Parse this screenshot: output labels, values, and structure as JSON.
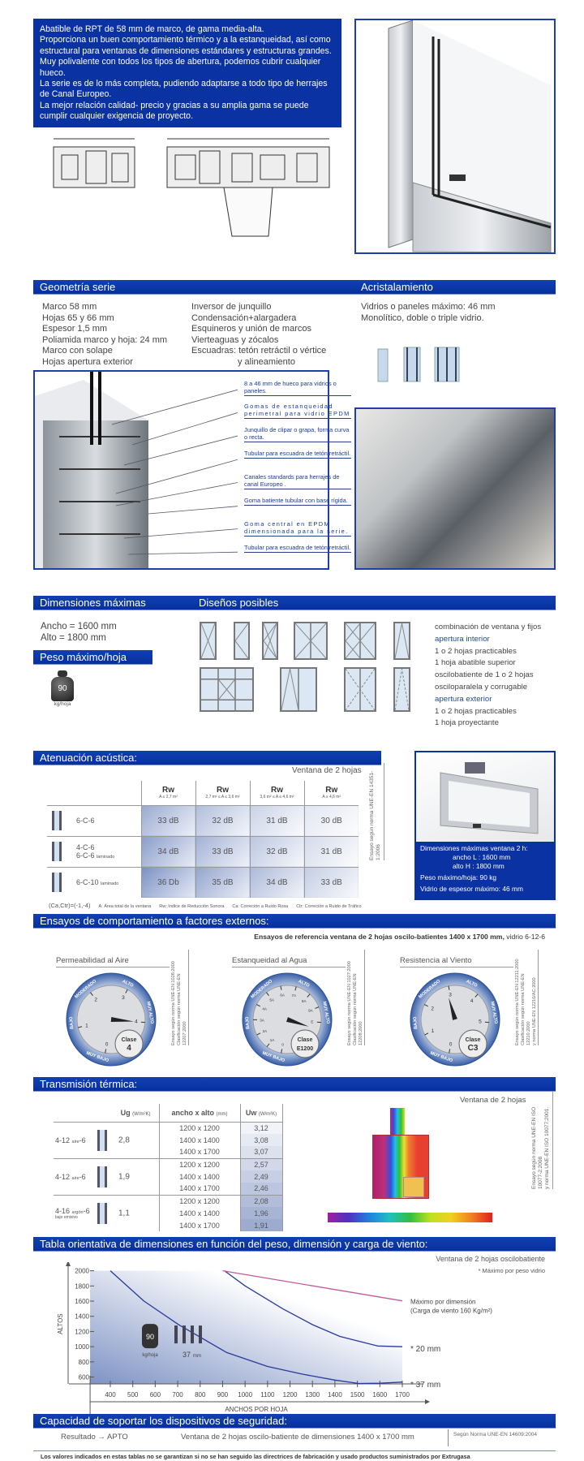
{
  "intro": {
    "lines": [
      "Abatible de RPT de 58 mm de marco, de gama media-alta.",
      "Proporciona un buen comportamiento térmico y a la estanqueidad, así como estructural para ventanas de dimensiones estándares y estructuras grandes.",
      "Muy polivalente con todos los tipos de abertura, podemos cubrir cualquier hueco.",
      "La serie es de lo más completa, pudiendo adaptarse a todo tipo de herrajes de Canal Europeo.",
      "La mejor relación calidad- precio y gracias a su amplia gama se puede cumplir cualquier exigencia de proyecto."
    ]
  },
  "geometria": {
    "title": "Geometría serie",
    "col1": [
      "Marco  58 mm",
      "Hojas  65 y 66  mm",
      "Espesor  1,5 mm",
      "Poliamida marco y hoja:  24 mm",
      "Marco con solape",
      "Hojas apertura exterior"
    ],
    "col2": [
      "Inversor de junquillo",
      "Condensación+alargadera",
      "Esquineros y unión de marcos",
      "Vierteaguas y zócalos",
      "Escuadras: tetón retráctil o vértice",
      "y alineamiento"
    ]
  },
  "acristalamiento": {
    "title": "Acristalamiento",
    "lines": [
      "Vidrios o paneles máximo:  46 mm",
      "Monolítico, doble o triple vidrio."
    ]
  },
  "callouts": [
    "8 a 46 mm de hueco para vidrios o paneles.",
    "Gomas de estanqueidad perimetral para vidrio EPDM",
    "Junquillo de clipar o grapa, forma curva o recta.",
    "Tubular para escuadra de tetón retráctil.",
    "Canales standards para herrajes de canal Europeo .",
    "Goma batiente tubular con base rígida.",
    "Goma central en EPDM dimensionada para la serie.",
    "Tubular para escuadra de tetón retráctil."
  ],
  "dimensiones": {
    "title": "Dimensiones máximas",
    "ancho": "Ancho =  1600 mm",
    "alto": "Alto =  1800 mm"
  },
  "peso": {
    "title": "Peso máximo/hoja",
    "value": "90",
    "unit": "kg/hoja"
  },
  "disenos": {
    "title": "Diseños posibles",
    "text": [
      {
        "t": "combinación  de ventana   y fijos",
        "accent": false
      },
      {
        "t": "apertura interior",
        "accent": true
      },
      {
        "t": "1 o 2 hojas practicables",
        "accent": false
      },
      {
        "t": "1 hoja abatible superior",
        "accent": false
      },
      {
        "t": "oscilobatiente de 1 o 2 hojas",
        "accent": false
      },
      {
        "t": "osciloparalela y corrugable",
        "accent": false
      },
      {
        "t": "apertura exterior",
        "accent": true
      },
      {
        "t": "1 o 2 hojas practicables",
        "accent": false
      },
      {
        "t": "1 hoja proyectante",
        "accent": false
      }
    ]
  },
  "acustica": {
    "title": "Atenuación acústica:",
    "subtitle": "Ventana de 2 hojas",
    "norma": "Ensayo según norma UNE-EN 14351-1:2006",
    "columns": [
      {
        "h": "Rw",
        "sub": "A ≤ 2,7 m²"
      },
      {
        "h": "Rw",
        "sub": "2,7 m² ≤ A ≤ 3,6 m²"
      },
      {
        "h": "Rw",
        "sub": "3,6 m² ≤ A ≤ 4,6 m²"
      },
      {
        "h": "Rw",
        "sub": "A ≥ 4,6 m²"
      }
    ],
    "rows": [
      {
        "label": "6-C-6",
        "label2": "",
        "small": "",
        "values": [
          "33 dB",
          "32 dB",
          "31 dB",
          "30 dB"
        ]
      },
      {
        "label": "4-C-6",
        "label2": "6-C-6",
        "small": "laminado",
        "values": [
          "34 dB",
          "33 dB",
          "32 dB",
          "31 dB"
        ]
      },
      {
        "label": "6-C-10",
        "label2": "",
        "small": "laminado",
        "values": [
          "36 Db",
          "35 dB",
          "34 dB",
          "33 dB"
        ]
      }
    ],
    "legend": [
      "(Ca,Ctr)=(-1,-4)",
      "A: Área total de la ventana",
      "Rw: Indice de Reducción Sonora",
      "Ca: Correción a Ruido Rosa",
      "Ctr: Correción a Ruido de Tráfico"
    ]
  },
  "info_box": {
    "title": "Dimensiones máximas ventana 2 h:",
    "ancho": "ancho L : 1600 mm",
    "alto": "alto H : 1800 mm",
    "peso": "Peso máximo/hoja:  90 kg",
    "vidrio": "Vidrio de espesor máximo:  46 mm"
  },
  "ensayos": {
    "title": "Ensayos de comportamiento a factores externos:",
    "subtitle_bold": "Ensayos de referencia ventana  de 2 hojas oscilo-batientes 1400 x 1700 mm,",
    "subtitle_rest": " vidrio 6-12-6",
    "ring_labels": [
      "MUY BAJO",
      "BAJO",
      "MODERADO",
      "ALTO",
      "MUY ALTO"
    ],
    "gauges": [
      {
        "title": "Permeabilidad al Aire",
        "ticks": [
          "0",
          "1",
          "2",
          "3",
          "4"
        ],
        "needle": 1.0,
        "clase_label": "Clase",
        "clase": "4",
        "norma": [
          "Ensayo según norma UNE-EN 1026:2000",
          "Clasificación según norma UNE-EN 12207:2000"
        ]
      },
      {
        "title": "Estanqueidad al Agua",
        "ticks": [
          "0",
          "1A",
          "2A",
          "3A",
          "4A",
          "5A",
          "6A",
          "7A",
          "8A",
          "9A",
          "E"
        ],
        "needle": 1.05,
        "clase_label": "Clase",
        "clase": "E1200",
        "norma": [
          "Ensayo según norma UNE-EN 1027:2000",
          "Clasificación según norma UNE-EN 12208:2000"
        ]
      },
      {
        "title": "Resistencia al Viento",
        "ticks": [
          "0",
          "1",
          "2",
          "3",
          "4",
          "5"
        ],
        "needle": 0.58,
        "clase_label": "Clase",
        "clase": "C3",
        "norma": [
          "Ensayo según norma UNE-EN 12211:2000",
          "Clasificación según norma UNE-EN 12210:2000",
          "y  norma UNE-EN 12210/AC:2000"
        ]
      }
    ]
  },
  "termica": {
    "title": "Transmisión térmica:",
    "subtitle": "Ventana de 2 hojas",
    "norma": [
      "Ensayo según norma UNE-EN ISO 10077-2:2008",
      "y norma UNE-EN ISO 10077:2001."
    ],
    "headers": {
      "ug": "Ug",
      "ug_unit": "(W/m²K)",
      "dim": "ancho x alto",
      "dim_unit": "(mm)",
      "uw": "Uw",
      "uw_unit": "(W/m²K)"
    },
    "groups": [
      {
        "glass": "4-12",
        "gas": "aire",
        "end": "-6",
        "note": "",
        "ug": "2,8",
        "rows": [
          [
            "1200 x 1200",
            "3,12"
          ],
          [
            "1400 x 1400",
            "3,08"
          ],
          [
            "1400 x 1700",
            "3,07"
          ]
        ]
      },
      {
        "glass": "4-12",
        "gas": "aire",
        "end": "-6",
        "note": "",
        "ug": "1,9",
        "rows": [
          [
            "1200 x 1200",
            "2,57"
          ],
          [
            "1400 x 1400",
            "2,49"
          ],
          [
            "1400 x 1700",
            "2,46"
          ]
        ]
      },
      {
        "glass": "4-16",
        "gas": "argón",
        "end": "-6",
        "note": "bajo emisivo",
        "ug": "1,1",
        "rows": [
          [
            "1200 x 1200",
            "2,08"
          ],
          [
            "1400 x 1400",
            "1,96"
          ],
          [
            "1400 x 1700",
            "1,91"
          ]
        ]
      }
    ]
  },
  "tabla": {
    "title": "Tabla orientativa de dimensiones en función del peso, dimensión y carga de viento:",
    "subtitle": "Ventana de 2 hojas oscilobatiente",
    "note": "* Máximo por peso vidrio",
    "weight_value": "90",
    "weight_unit": "kg/hoja",
    "glass_label": "37",
    "glass_unit": "mm"
  },
  "chart_data": {
    "type": "line",
    "xlabel": "ANCHOS POR HOJA",
    "ylabel": "ALTOS",
    "xticks": [
      400,
      500,
      600,
      700,
      800,
      900,
      1000,
      1100,
      1200,
      1300,
      1400,
      1500,
      1600,
      1700
    ],
    "yticks": [
      600,
      800,
      1000,
      1200,
      1400,
      1600,
      1800,
      2000
    ],
    "xlim": [
      310,
      1750
    ],
    "ylim": [
      510,
      2060
    ],
    "series": [
      {
        "name": "* 37 mm",
        "color": "#2a3a9a",
        "points": [
          [
            400,
            2000
          ],
          [
            550,
            1600
          ],
          [
            706,
            1287
          ],
          [
            917,
            925
          ],
          [
            1100,
            740
          ],
          [
            1253,
            639
          ],
          [
            1400,
            560
          ],
          [
            1506,
            515
          ],
          [
            1600,
            520
          ],
          [
            1700,
            534
          ]
        ]
      },
      {
        "name": "* 20 mm",
        "color": "#2a3a9a",
        "points": [
          [
            908,
            2000
          ],
          [
            1000,
            1800
          ],
          [
            1169,
            1497
          ],
          [
            1300,
            1290
          ],
          [
            1422,
            1135
          ],
          [
            1590,
            1009
          ],
          [
            1700,
            1000
          ]
        ]
      },
      {
        "name": "Máximo por dimensión",
        "note": "(Carga de viento 160 Kg/m²)",
        "color": "#c05aa0",
        "points": [
          [
            900,
            2000
          ],
          [
            1700,
            1604
          ]
        ]
      }
    ]
  },
  "capacidad": {
    "title": "Capacidad de soportar los dispositivos de seguridad:",
    "resultado": "Resultado",
    "arrow": "→",
    "valor": "APTO",
    "desc": "Ventana de 2 hojas oscilo-batiente de dimensiones 1400 x 1700 mm",
    "norma": "Según Norma UNE-EN 14609:2004"
  },
  "footer": "Los valores indicados en estas tablas no se garantizan si no se han seguido las directrices de fabricación y usado productos suministrados por Extrugasa",
  "colors": {
    "brand": "#0b32a2",
    "accent": "#2248b0"
  }
}
